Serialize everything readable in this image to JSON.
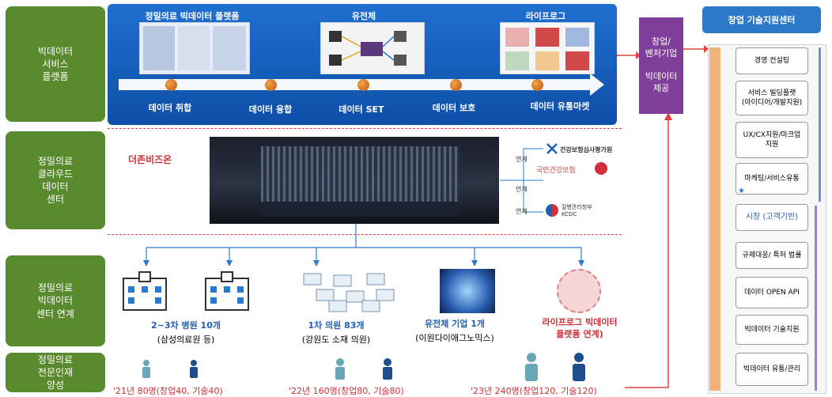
{
  "left_labels": [
    "빅데이터\n서비스\n플랫폼",
    "정밀의료\n클라우드\n데이터\n센터",
    "정밀의료\n빅데이터\n센터 연계",
    "정밀의료\n전문인재\n양성"
  ],
  "platform": {
    "topics": [
      "정밀의료 빅데이터 플랫폼",
      "유전체",
      "라이프로그"
    ],
    "stages": [
      "데이터 취합",
      "데이터 융합",
      "데이터 SET",
      "데이터 보호",
      "데이터 유통마켓"
    ]
  },
  "startup_box": {
    "line1": "창업/\n벤처기업",
    "line2": "빅데이터\n제공"
  },
  "cloud": {
    "name": "더존비즈온",
    "partners": [
      "건강보험심사평가원",
      "국민건강보험",
      "질병관리청부\nKCDC"
    ],
    "link_labels": [
      "연계",
      "연계",
      "연계"
    ]
  },
  "hospitals": [
    {
      "label": "2~3차 병원 10개",
      "sub": "(삼성의료원 등)"
    },
    {
      "label": "1차 의원 83개",
      "sub": "(강원도 소재 의원)"
    },
    {
      "label": "유전체 기업 1개",
      "sub": "(이원다이애그노믹스)"
    },
    {
      "label": "라이프로그 빅데이터\n플랫폼 연계)",
      "sub": ""
    }
  ],
  "talent": [
    "'21년 80명(창업40, 기술40)",
    "'22년 160명(창업80, 기술80)",
    "'23년 240명(창업120, 기술120)"
  ],
  "support_center": {
    "title": "창업 기술지원센터",
    "items": [
      "경영 컨설팅",
      "서비스 빌딩플랫\n(아이디어/개발지원)",
      "UX/CX지원/마크업\n지원",
      "마케팅/서비스유통",
      "시장 (고객기반)",
      "규제대응/ 특허 법률",
      "데이터 OPEN API",
      "빅데이터 기술지원",
      "빅데이터 유통/관리"
    ]
  },
  "colors": {
    "green": "#5a8a2e",
    "blue": "#1565c0",
    "purple": "#7f3f9a",
    "red": "#d0303b",
    "orange": "#f0b27a"
  }
}
